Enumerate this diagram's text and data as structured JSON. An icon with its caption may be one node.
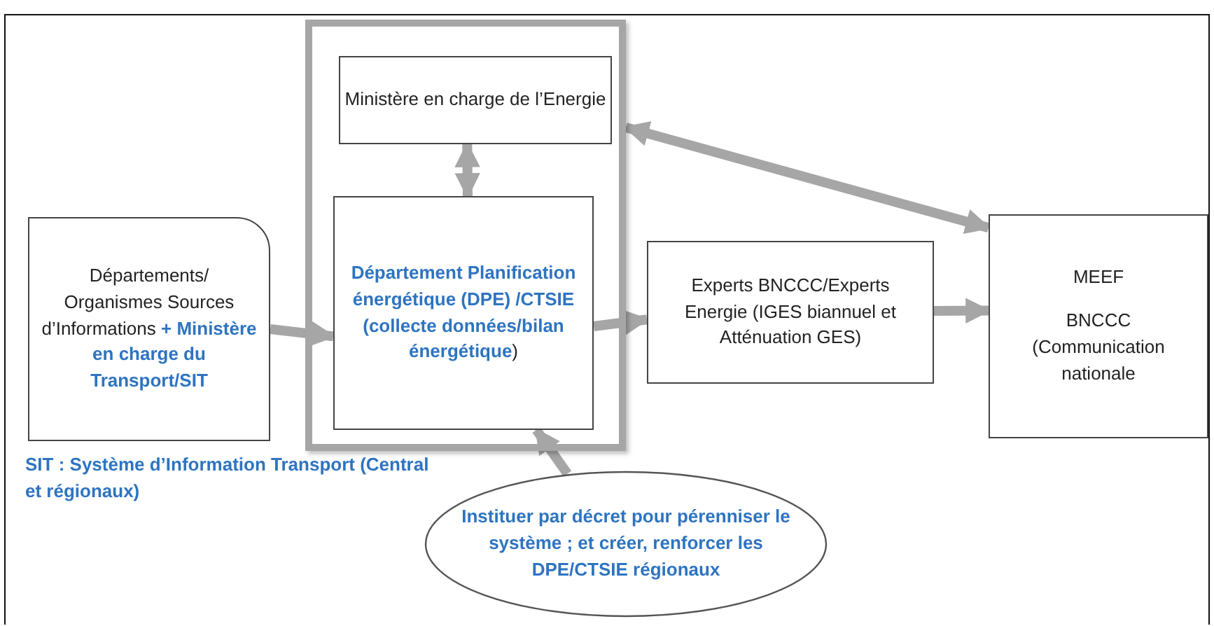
{
  "diagram": {
    "nodes": [
      {
        "text": [],
        "shape": "box"
      },
      {
        "text": [
          "Ministère en charge de l’Energie"
        ],
        "in": 0
      },
      {
        "text": [
          "**Département Planification énergétique (DPE) /CTSIE (collecte données/bilan énergétique**)"
        ],
        "in": 0
      },
      {
        "text": [
          "Départements/ Organismes Sources d’Informations **+ Ministère en charge du Transport/SIT**"
        ]
      },
      {
        "text": [
          "Experts BNCCC/Experts Energie (IGES biannuel et Atténuation GES)"
        ]
      },
      {
        "text": [
          "MEEF",
          "BNCCC (Communication nationale"
        ]
      },
      {
        "text": [
          "Instituer par décret pour pérenniser le système ; et créer, renforcer les DPE/CTSIE régionaux"
        ]
      }
    ],
    "edges": [
      {
        "from": 3,
        "to": 2,
        "arrow": "to"
      },
      {
        "from": 1,
        "to": 2,
        "arrow": "both"
      },
      {
        "from": 2,
        "to": 4,
        "arrow": "to"
      },
      {
        "from": 4,
        "to": 5,
        "arrow": "to"
      },
      {
        "from": 0,
        "to": 5,
        "arrow": "both"
      },
      {
        "from": 6,
        "to": 2,
        "arrow": "to"
      }
    ],
    "labels": [
      "SIT : Système d’Information Transport (Central et régionaux)"
    ]
  }
}
